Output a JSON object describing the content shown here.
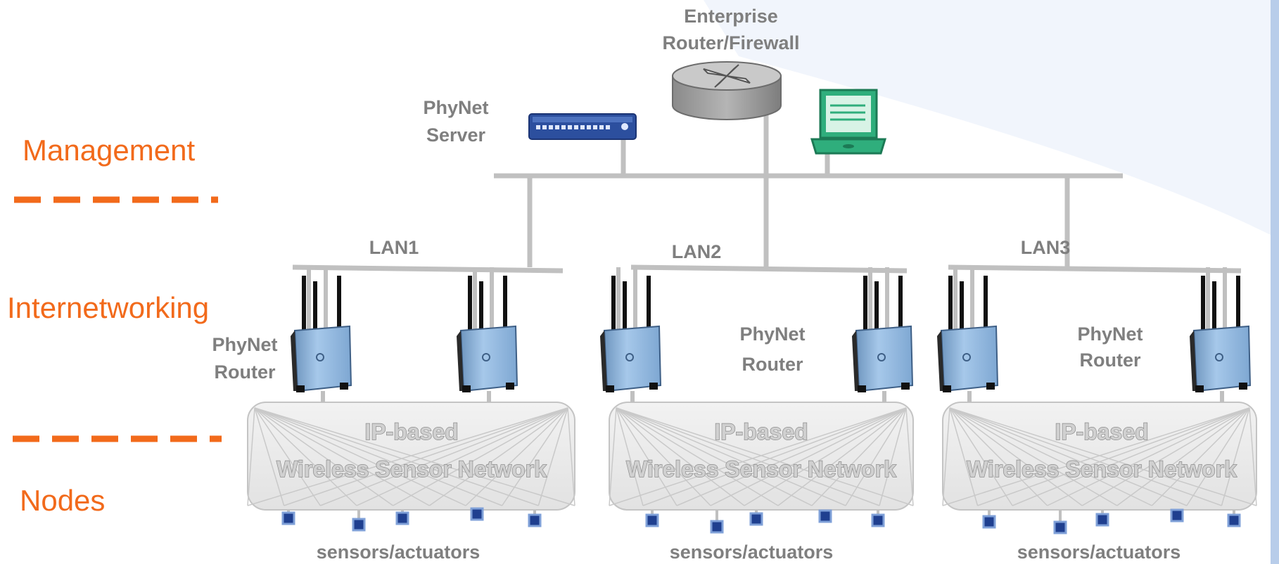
{
  "tiers": {
    "management": "Management",
    "internetworking": "Internetworking",
    "nodes": "Nodes"
  },
  "enterprise": {
    "line1": "Enterprise",
    "line2": "Router/Firewall"
  },
  "server": {
    "line1": "PhyNet",
    "line2": "Server"
  },
  "lans": [
    {
      "label": "LAN1",
      "router_line1": "PhyNet",
      "router_line2": "Router",
      "wsn_line1": "IP-based",
      "wsn_line2": "Wireless Sensor Network",
      "sensors": "sensors/actuators"
    },
    {
      "label": "LAN2",
      "router_line1": "PhyNet",
      "router_line2": "Router",
      "wsn_line1": "IP-based",
      "wsn_line2": "Wireless Sensor Network",
      "sensors": "sensors/actuators"
    },
    {
      "label": "LAN3",
      "router_line1": "PhyNet",
      "router_line2": "Router",
      "wsn_line1": "IP-based",
      "wsn_line2": "Wireless Sensor Network",
      "sensors": "sensors/actuators"
    }
  ],
  "colors": {
    "tier_text": "#f26a1b",
    "label_text": "#7f7f7f",
    "network_line": "#c0c0c0",
    "router_body": "#8fb8df",
    "sensor_node": "#1f3f8f",
    "laptop": "#2fae7c",
    "server": "#2c4f9e"
  },
  "icons": [
    "router-firewall-icon",
    "server-icon",
    "laptop-icon",
    "wireless-router-icon",
    "sensor-node-icon"
  ]
}
